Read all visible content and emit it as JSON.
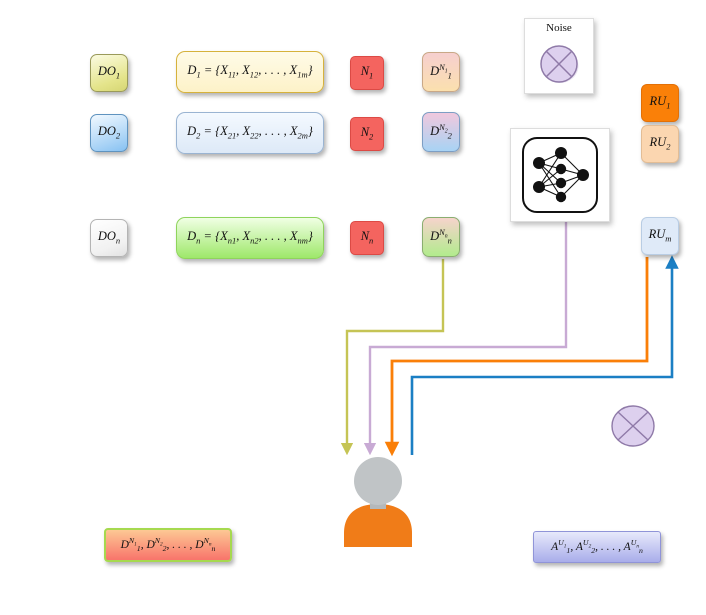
{
  "diagram": {
    "title": "Data owners, noise addition and recommendation units pipeline",
    "background_color": "#ffffff"
  },
  "data_owners": [
    {
      "id": "do1",
      "label": "DO",
      "sub": "1",
      "color": "#e4e48a"
    },
    {
      "id": "do2",
      "label": "DO",
      "sub": "2",
      "color": "#a9d3f6"
    },
    {
      "id": "don",
      "label": "DO",
      "sub": "n",
      "color": "#f1f1f1"
    }
  ],
  "datasets": [
    {
      "id": "d1",
      "text": "D",
      "sub": "1",
      "set": " = {X",
      "s1": "11",
      "s2": "12",
      "s3": "1m",
      "color": "#fdf2c8"
    },
    {
      "id": "d2",
      "text": "D",
      "sub": "2",
      "set": " = {X",
      "s1": "21",
      "s2": "22",
      "s3": "2m",
      "color": "#dde9f7"
    },
    {
      "id": "dn",
      "text": "D",
      "sub": "n",
      "set": " = {X",
      "s1": "n1",
      "s2": "n2",
      "s3": "nm",
      "color": "#9ee86a"
    }
  ],
  "noise_chips": [
    {
      "id": "n1",
      "label": "N",
      "sub": "1",
      "color": "#f4645f"
    },
    {
      "id": "n2",
      "label": "N",
      "sub": "2",
      "color": "#f4645f"
    },
    {
      "id": "nn",
      "label": "N",
      "sub": "n",
      "color": "#f4645f"
    }
  ],
  "noised_datasets": [
    {
      "id": "dn1",
      "label": "D",
      "sub": "1",
      "sup_base": "N",
      "sup_sub": "1",
      "color": "#fbe0ae"
    },
    {
      "id": "dn2",
      "label": "D",
      "sub": "2",
      "sup_base": "N",
      "sup_sub": "2",
      "color": "#a8d3f4"
    },
    {
      "id": "dnn",
      "label": "D",
      "sub": "n",
      "sup_base": "N",
      "sup_sub": "n",
      "color": "#b2eb8d"
    }
  ],
  "recommendation_units": [
    {
      "id": "ru1",
      "label": "RU",
      "sub": "1",
      "color": "#fa8008"
    },
    {
      "id": "ru2",
      "label": "RU",
      "sub": "2",
      "color": "#fbd6b0"
    },
    {
      "id": "rum",
      "label": "RU",
      "sub": "m",
      "color": "#dfeaf8"
    }
  ],
  "panels": {
    "noise": {
      "caption": "Noise",
      "icon": "crossed-circle-icon",
      "icon_color": "#ddd0ee"
    },
    "model": {
      "caption": "",
      "icon": "neural-network-icon",
      "icon_color": "#000000"
    }
  },
  "bottom_boxes": {
    "noised_data_list": {
      "base": "D",
      "items": [
        {
          "sub": "1",
          "sup_base": "N",
          "sup_sub": "1"
        },
        {
          "sub": "2",
          "sup_base": "N",
          "sup_sub": "2"
        },
        {
          "sub": "n",
          "sup_base": "N",
          "sup_sub": "n"
        }
      ],
      "ellipsis": ", . . . ,",
      "fill_start": "#fdc894",
      "fill_end": "#f8746b",
      "border": "#a6d94f"
    },
    "attribute_list": {
      "base": "A",
      "items": [
        {
          "sub": "1",
          "sup_base": "U",
          "sup_sub": "1"
        },
        {
          "sub": "2",
          "sup_base": "U",
          "sup_sub": "2"
        },
        {
          "sub": "n",
          "sup_base": "U",
          "sup_sub": "n"
        }
      ],
      "ellipsis": ", . . . ,",
      "fill_start": "#e7e9fb",
      "fill_end": "#a9adea"
    }
  },
  "person": {
    "name": "user-avatar",
    "head_color": "#c0c4c6",
    "body_color": "#f07c18"
  },
  "connectors": [
    {
      "name": "olive-connector",
      "color": "#c5c455",
      "from": "dnn",
      "to": "person",
      "arrowhead": true
    },
    {
      "name": "purple-connector",
      "color": "#c8aad4",
      "from": "model",
      "to": "person",
      "arrowhead": true
    },
    {
      "name": "orange-connector",
      "color": "#fa7f08",
      "from": "rum",
      "to": "person",
      "arrowhead": true
    },
    {
      "name": "blue-connector",
      "color": "#1b7fc4",
      "from": "person",
      "to": "rum",
      "arrowhead": true
    }
  ],
  "inline_noise_symbol": {
    "name": "crossed-circle-icon",
    "color": "#ddd0ee"
  }
}
